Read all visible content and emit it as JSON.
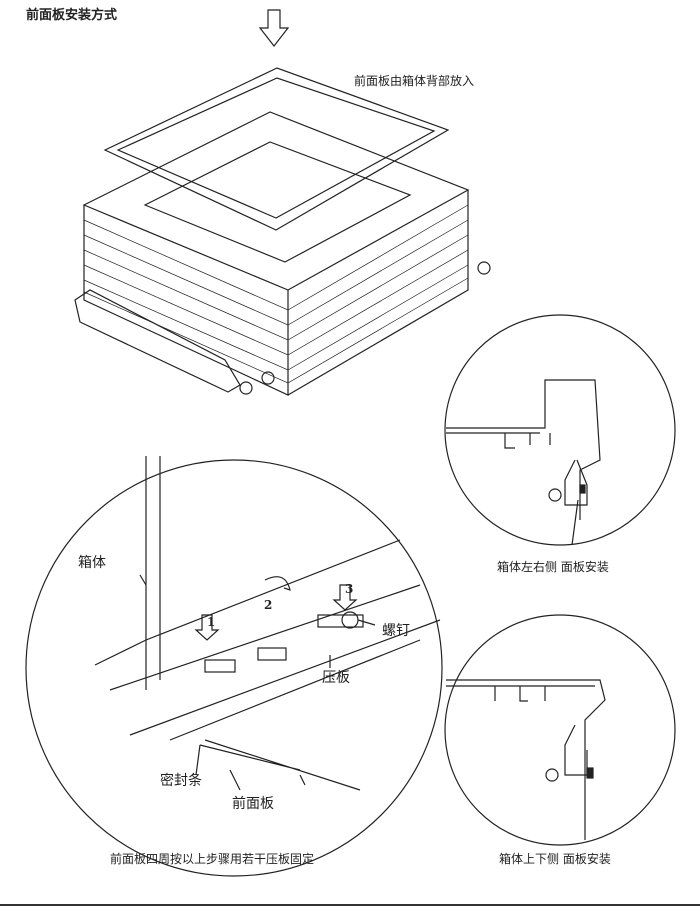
{
  "title": "前面板安装方式",
  "captions": {
    "top": "前面板由箱体背部放入",
    "left_right": "箱体左右侧 面板安装",
    "top_bottom": "箱体上下侧 面板安装",
    "bottom": "前面板四周按以上步骤用若干压板固定"
  },
  "labels": {
    "box": "箱体",
    "screw": "螺钉",
    "plate": "压板",
    "seal": "密封条",
    "front_panel": "前面板"
  },
  "steps": [
    "1",
    "2",
    "3"
  ]
}
